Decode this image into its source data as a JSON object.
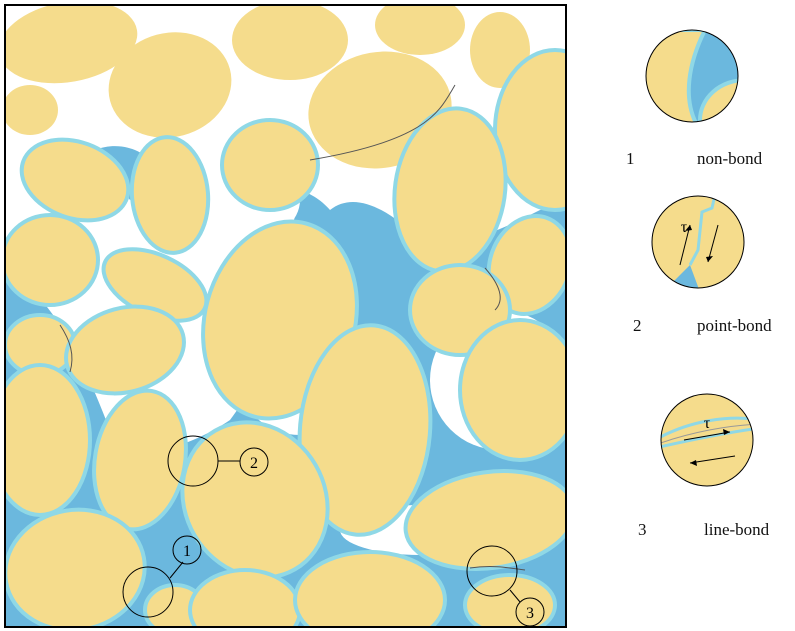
{
  "colors": {
    "grain": "#F5DC8C",
    "grain_rim": "#8FD8E6",
    "pore_water": "#6BB8DE",
    "background": "#FFFFFF",
    "frame": "#000000"
  },
  "callouts": [
    {
      "number": "1"
    },
    {
      "number": "2"
    },
    {
      "number": "3"
    }
  ],
  "legend": {
    "items": [
      {
        "number": "1",
        "label": "non-bond"
      },
      {
        "number": "2",
        "label": "point-bond",
        "stress_symbol": "τ"
      },
      {
        "number": "3",
        "label": "line-bond",
        "stress_symbol": "τ"
      }
    ]
  }
}
